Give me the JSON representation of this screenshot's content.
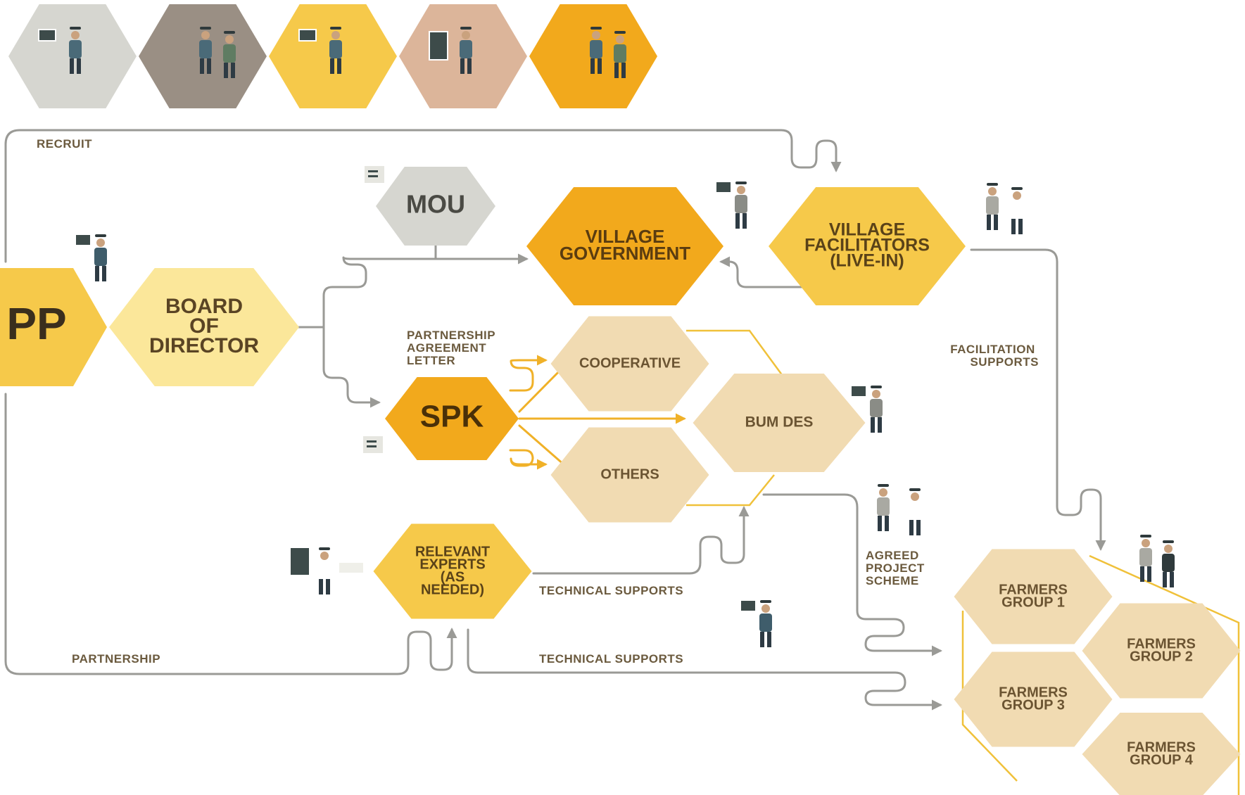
{
  "colors": {
    "grey_light": "#d6d6d0",
    "grey_dark": "#9a8f84",
    "yellow_mid": "#f6c94a",
    "tan": "#dcb59a",
    "orange": "#f2a91c",
    "pale_yellow": "#fbe79a",
    "beige": "#f1dbb2",
    "connector": "#9a9a96",
    "label": "#6b5a3e"
  },
  "icons": [
    "person-tablet-icon",
    "two-people-icon",
    "person-tablet-icon",
    "person-board-icon",
    "family-icon"
  ],
  "nodes": {
    "pp": [
      "PP"
    ],
    "board": [
      "BOARD",
      "OF",
      "DIRECTOR"
    ],
    "mou": [
      "MOU"
    ],
    "village_gov": [
      "VILLAGE",
      "GOVERNMENT"
    ],
    "village_fac": [
      "VILLAGE",
      "FACILITATORS",
      "(LIVE-IN)"
    ],
    "spk": [
      "SPK"
    ],
    "cooperative": [
      "COOPERATIVE"
    ],
    "others": [
      "OTHERS"
    ],
    "bumdes": [
      "BUM DES"
    ],
    "experts": [
      "RELEVANT",
      "EXPERTS",
      "(AS",
      "NEEDED)"
    ],
    "fg1": [
      "FARMERS",
      "GROUP 1"
    ],
    "fg2": [
      "FARMERS",
      "GROUP 2"
    ],
    "fg3": [
      "FARMERS",
      "GROUP 3"
    ],
    "fg4": [
      "FARMERS",
      "GROUP 4"
    ]
  },
  "labels": {
    "recruit": "RECRUIT",
    "partnership_letter": [
      "PARTNERSHIP",
      "AGREEMENT",
      "LETTER"
    ],
    "facilitation": [
      "FACILITATION",
      "SUPPORTS"
    ],
    "agreed": [
      "AGREED",
      "PROJECT",
      "SCHEME"
    ],
    "tech1": "TECHNICAL SUPPORTS",
    "tech2": "TECHNICAL SUPPORTS",
    "partnership": "PARTNERSHIP"
  }
}
